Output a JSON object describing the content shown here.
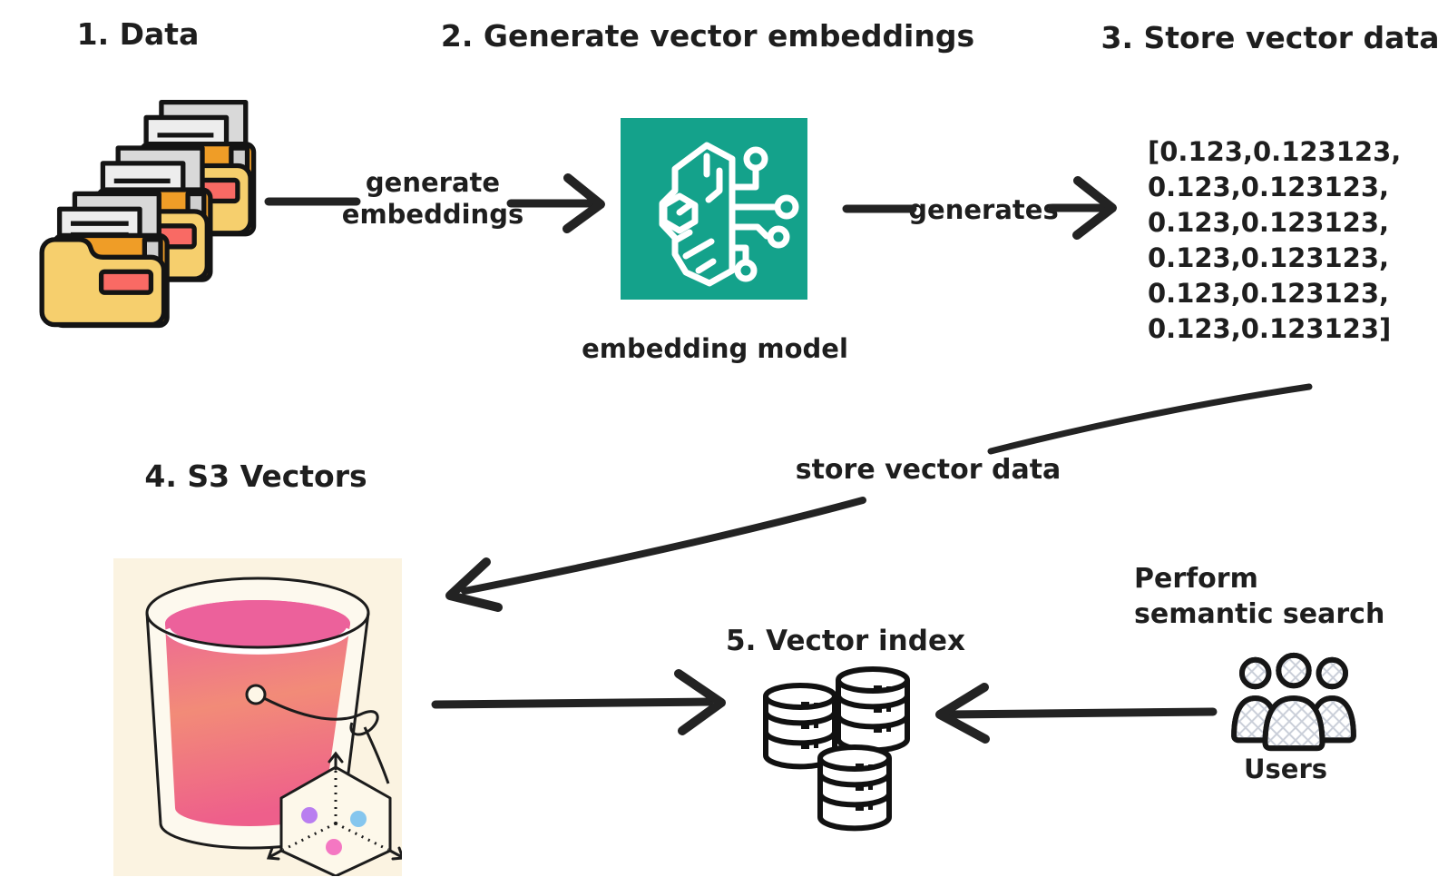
{
  "steps": {
    "step1": {
      "title": "1. Data"
    },
    "step2": {
      "title": "2. Generate vector embeddings",
      "caption": "embedding model"
    },
    "step3": {
      "title": "3. Store vector data",
      "vector_lines": [
        "[0.123,0.123123,",
        "0.123,0.123123,",
        "0.123,0.123123,",
        "0.123,0.123123,",
        "0.123,0.123123,",
        "0.123,0.123123]"
      ]
    },
    "step4": {
      "title": "4. S3 Vectors"
    },
    "step5": {
      "title": "5. Vector index"
    },
    "users": {
      "heading_line1": "Perform",
      "heading_line2": "semantic search",
      "caption": "Users"
    }
  },
  "arrows": {
    "generate_embeddings": {
      "label_line1": "generate",
      "label_line2": "embeddings"
    },
    "generates": {
      "label": "generates"
    },
    "store_vector_data": {
      "label": "store vector data"
    }
  },
  "colors": {
    "embedding_box": "#14a28b",
    "icon_stroke": "#ffffff",
    "folder_yellow": "#f6cf6d",
    "folder_orange": "#ef9d27",
    "folder_label_red": "#f96a64",
    "paper_gray": "#d9d9d9",
    "paper_light": "#ededed",
    "bucket_card_bg": "#fbf3e1",
    "bucket_wall": "#fdf9ee",
    "bucket_pink_top": "#ec619b",
    "bucket_salmon_mid": "#f28b78",
    "bucket_pink_bottom": "#ee5f8b",
    "dot_purple": "#b97ef0",
    "dot_blue": "#85c6ee",
    "dot_pink": "#f477c2",
    "hatch_gray": "#c9ced8",
    "line_dark": "#232323"
  }
}
